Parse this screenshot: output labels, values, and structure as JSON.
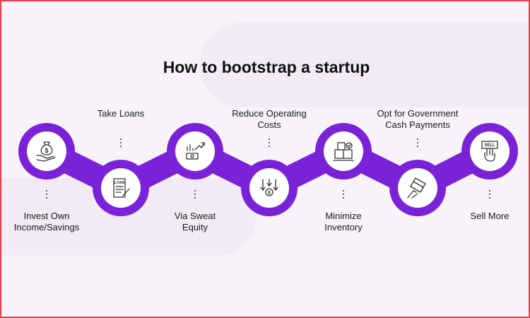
{
  "title": "How to bootstrap a startup",
  "colors": {
    "chain": "#7a22d8",
    "chain_dark": "#6a1cc4",
    "node_fill": "#ffffff",
    "frame_border": "#e8404a"
  },
  "steps": [
    {
      "label": "Invest Own\nIncome/Savings",
      "icon": "money-bag-hand-icon",
      "position": "up"
    },
    {
      "label": "Take Loans",
      "icon": "loan-document-icon",
      "position": "down"
    },
    {
      "label": "Via Sweat\nEquity",
      "icon": "cash-growth-chart-icon",
      "position": "up"
    },
    {
      "label": "Reduce Operating\nCosts",
      "icon": "reduce-costs-arrows-icon",
      "position": "down"
    },
    {
      "label": "Minimize\nInventory",
      "icon": "inventory-boxes-icon",
      "position": "up"
    },
    {
      "label": "Opt for Government\nCash Payments",
      "icon": "card-payment-hand-icon",
      "position": "down"
    },
    {
      "label": "Sell More",
      "icon": "sell-sign-hand-icon",
      "position": "up"
    }
  ]
}
